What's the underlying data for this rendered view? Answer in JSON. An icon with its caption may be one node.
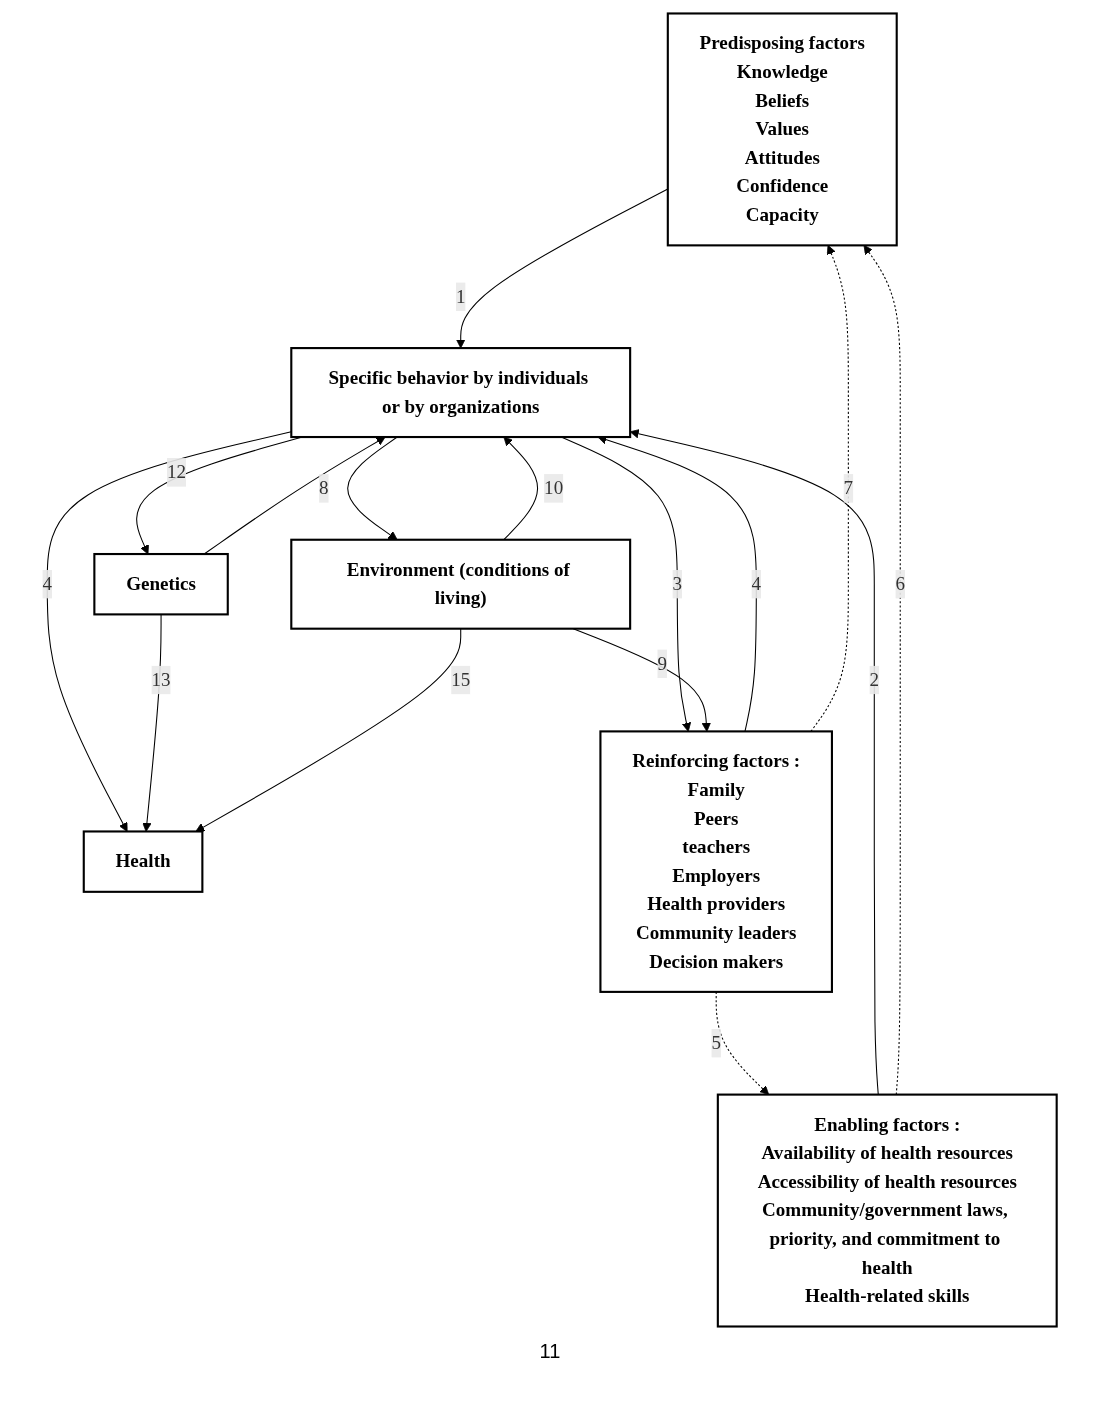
{
  "diagram": {
    "nodes": [
      {
        "text": [
          "Predisposing factors",
          "Knowledge",
          "Beliefs",
          "Values",
          "Attitudes",
          "Confidence",
          "Capacity"
        ]
      },
      {
        "text": [
          "Genetics"
        ]
      },
      {
        "text": [
          "Enabling factors :",
          "Availability of health resources",
          "Accessibility of health resources",
          "Community/government laws, priority, and commitment to health",
          "Health-related skills"
        ]
      },
      {
        "text": [
          "Specific behavior by individuals or by organizations"
        ]
      },
      {
        "text": [
          "Health"
        ]
      },
      {
        "text": [
          "Reinforcing factors :",
          "Family",
          "Peers",
          "teachers",
          "Employers",
          "Health providers",
          "Community leaders",
          "Decision makers"
        ]
      },
      {
        "text": [
          "Environment (conditions of living)"
        ]
      }
    ],
    "edges": [
      {
        "from": 0,
        "to": 3,
        "arrow": "to",
        "label": "1"
      },
      {
        "from": 2,
        "to": 3,
        "arrow": "to",
        "label": "2"
      },
      {
        "from": 3,
        "to": 5,
        "arrow": "to",
        "label": "3"
      },
      {
        "from": 5,
        "to": 3,
        "arrow": "to",
        "label": "4"
      },
      {
        "from": 3,
        "to": 4,
        "arrow": "to",
        "label": "4"
      },
      {
        "from": 5,
        "to": 2,
        "arrow": "to",
        "label": "5",
        "style": "dashed"
      },
      {
        "from": 2,
        "to": 0,
        "arrow": "to",
        "label": "6",
        "style": "dashed"
      },
      {
        "from": 5,
        "to": 0,
        "arrow": "to",
        "label": "7",
        "style": "dashed"
      },
      {
        "from": 3,
        "to": 6,
        "arrow": "to",
        "label": "8"
      },
      {
        "from": 6,
        "to": 5,
        "arrow": "to",
        "label": "9"
      },
      {
        "from": 6,
        "to": 3,
        "arrow": "to",
        "label": "10"
      },
      {
        "from": 1,
        "to": 3,
        "arrow": "to"
      },
      {
        "from": 3,
        "to": 1,
        "arrow": "to",
        "label": "12"
      },
      {
        "from": 1,
        "to": 4,
        "arrow": "to",
        "label": "13"
      },
      {
        "from": 6,
        "to": 4,
        "arrow": "to",
        "label": "15"
      }
    ],
    "labels": [
      "11"
    ]
  }
}
